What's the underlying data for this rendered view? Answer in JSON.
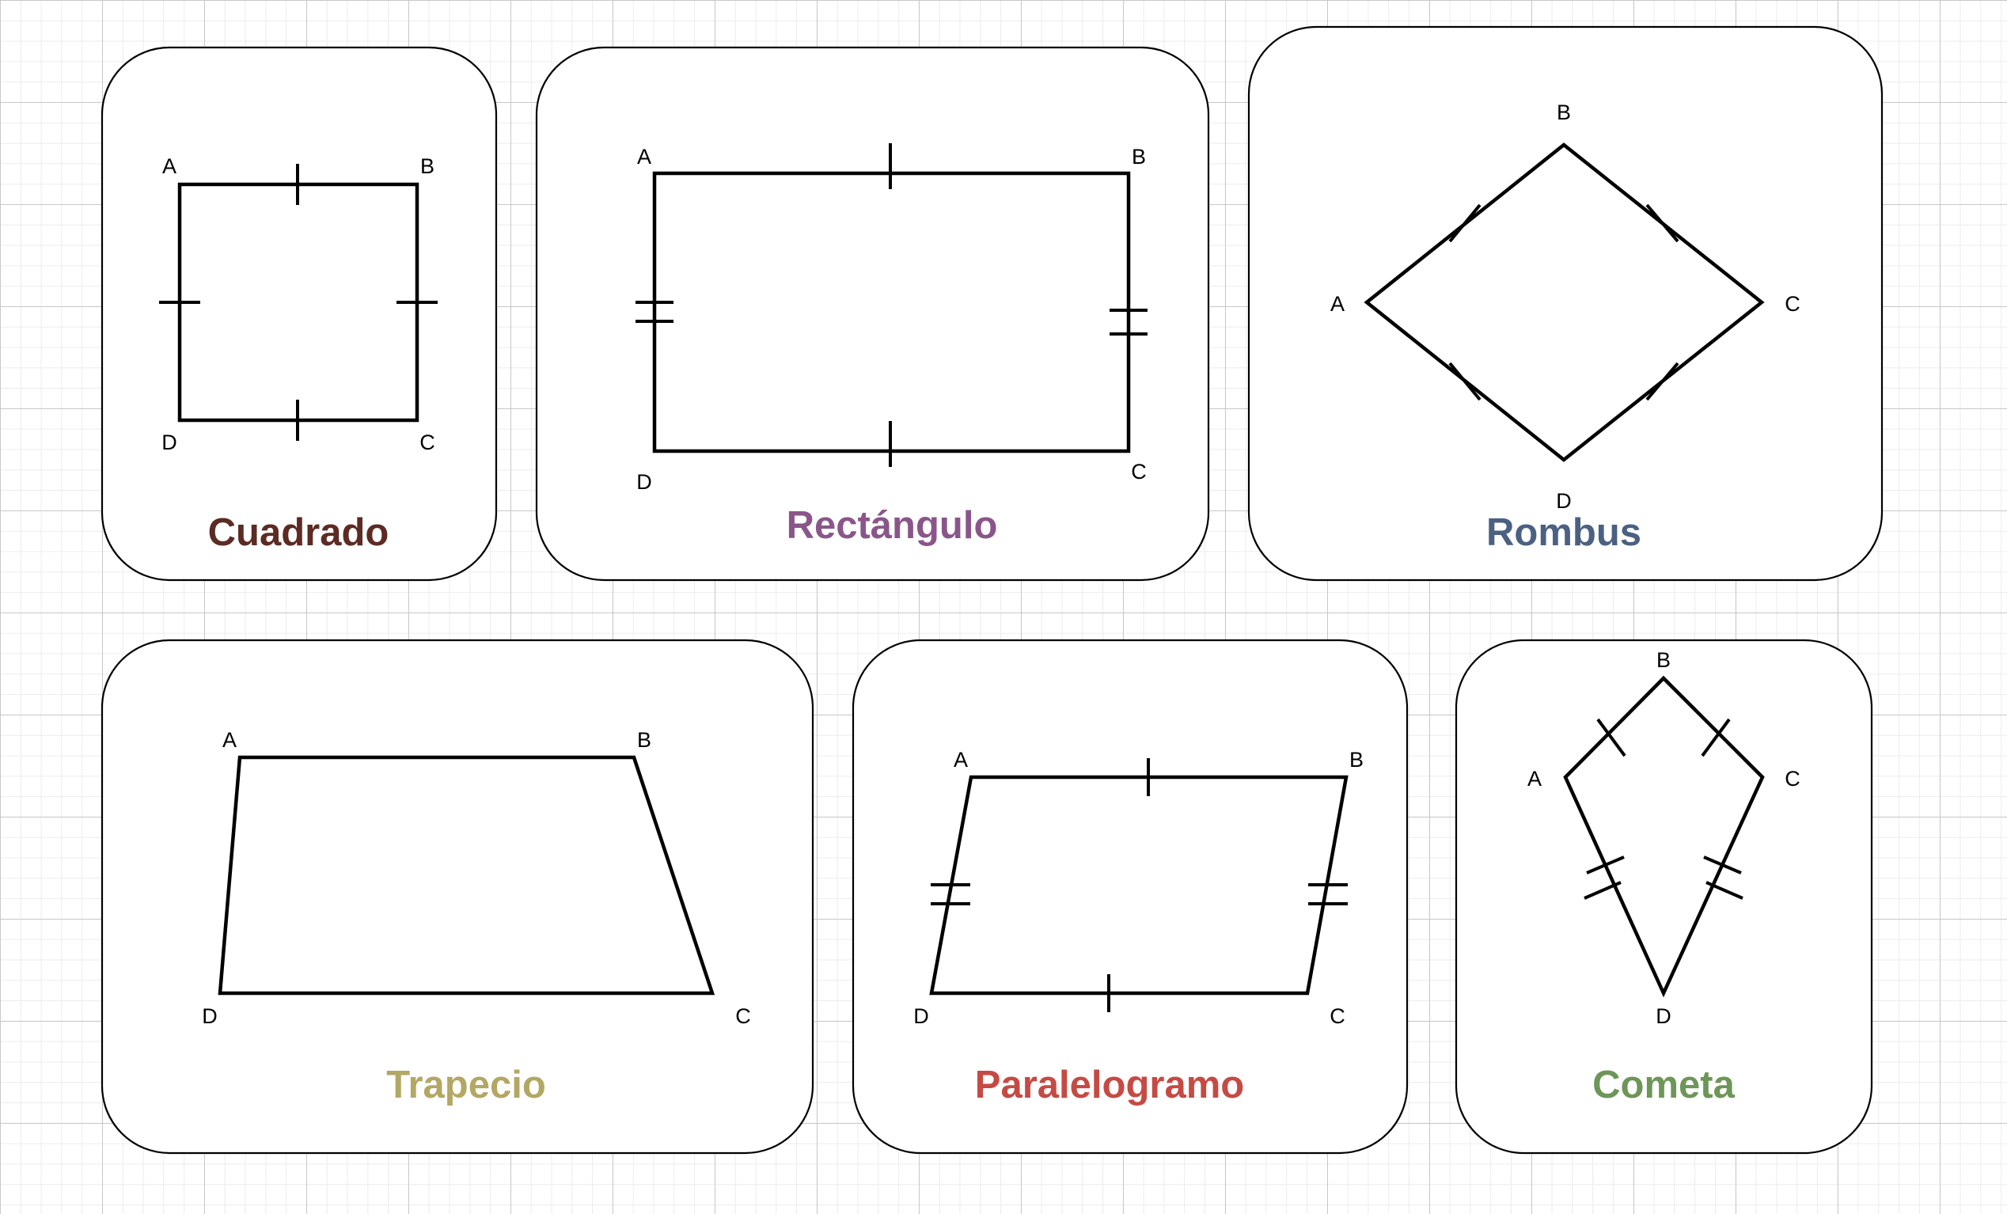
{
  "cards": {
    "cuadrado": {
      "title": "Cuadrado",
      "title_color": "#5c2b24",
      "vertices": {
        "a": "A",
        "b": "B",
        "c": "C",
        "d": "D"
      }
    },
    "rectangulo": {
      "title": "Rectángulo",
      "title_color": "#8a568a",
      "vertices": {
        "a": "A",
        "b": "B",
        "c": "C",
        "d": "D"
      }
    },
    "rombus": {
      "title": "Rombus",
      "title_color": "#4b6182",
      "vertices": {
        "a": "A",
        "b": "B",
        "c": "C",
        "d": "D"
      }
    },
    "trapecio": {
      "title": "Trapecio",
      "title_color": "#b3a764",
      "vertices": {
        "a": "A",
        "b": "B",
        "c": "C",
        "d": "D"
      }
    },
    "paralelogramo": {
      "title": "Paralelogramo",
      "title_color": "#c64a44",
      "vertices": {
        "a": "A",
        "b": "B",
        "c": "C",
        "d": "D"
      }
    },
    "cometa": {
      "title": "Cometa",
      "title_color": "#6d9658",
      "vertices": {
        "a": "A",
        "b": "B",
        "c": "C",
        "d": "D"
      }
    }
  }
}
